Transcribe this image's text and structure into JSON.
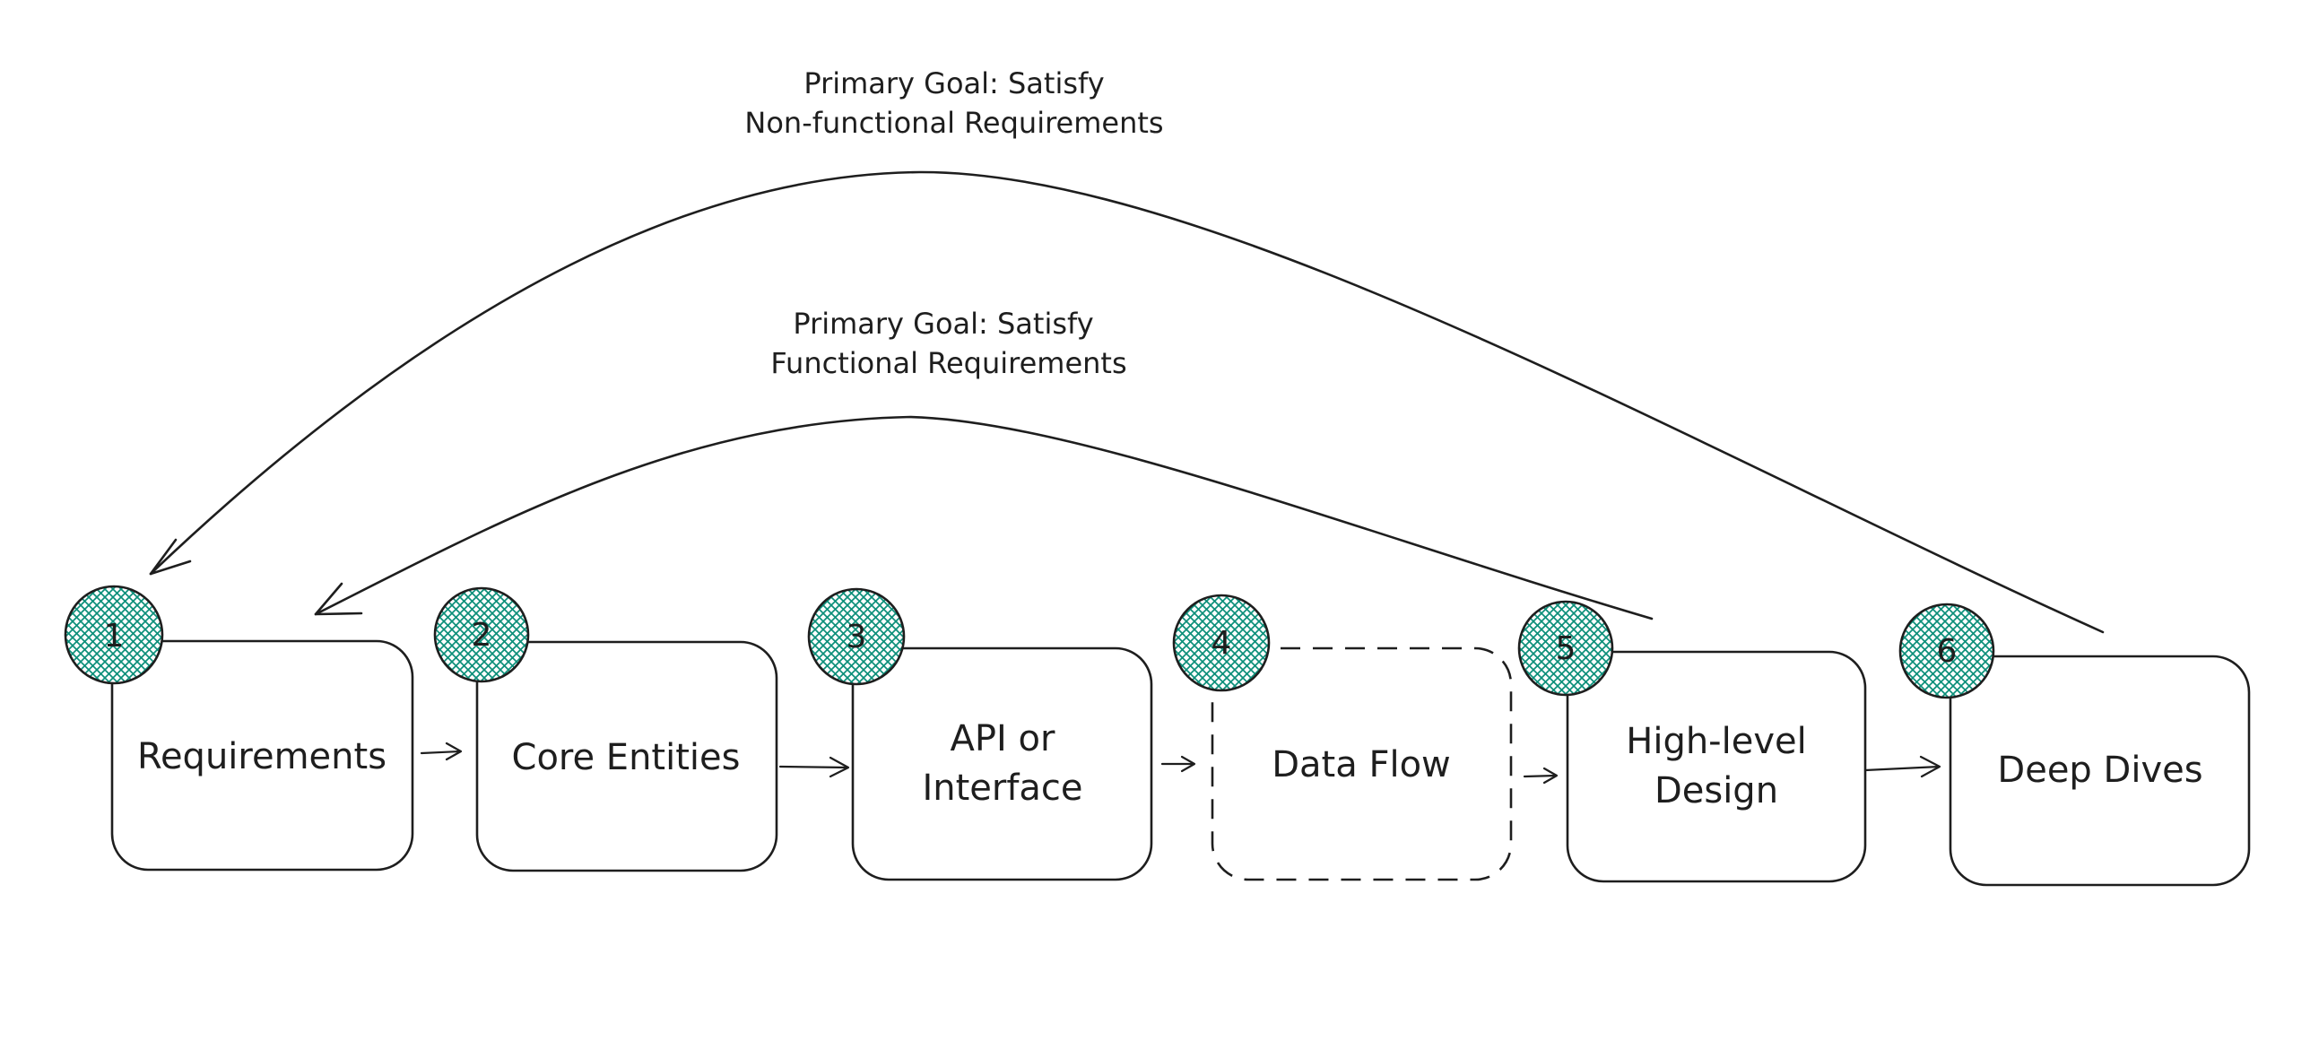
{
  "diagram": {
    "steps": [
      {
        "number": "1",
        "lines": [
          "Requirements"
        ],
        "style": "solid"
      },
      {
        "number": "2",
        "lines": [
          "Core Entities"
        ],
        "style": "solid"
      },
      {
        "number": "3",
        "lines": [
          "API or",
          "Interface"
        ],
        "style": "solid"
      },
      {
        "number": "4",
        "lines": [
          "Data Flow"
        ],
        "style": "dashed"
      },
      {
        "number": "5",
        "lines": [
          "High-level",
          "Design"
        ],
        "style": "solid"
      },
      {
        "number": "6",
        "lines": [
          "Deep Dives"
        ],
        "style": "solid"
      }
    ],
    "loops": [
      {
        "from_step": "6",
        "to_step": "1",
        "lines": [
          "Primary Goal: Satisfy",
          "Non-functional Requirements"
        ]
      },
      {
        "from_step": "5",
        "to_step": "1",
        "lines": [
          "Primary Goal: Satisfy",
          "Functional Requirements"
        ]
      }
    ],
    "colors": {
      "badge_fill": "#0c8f7a",
      "stroke": "#1e1e1e",
      "background": "#ffffff"
    }
  }
}
